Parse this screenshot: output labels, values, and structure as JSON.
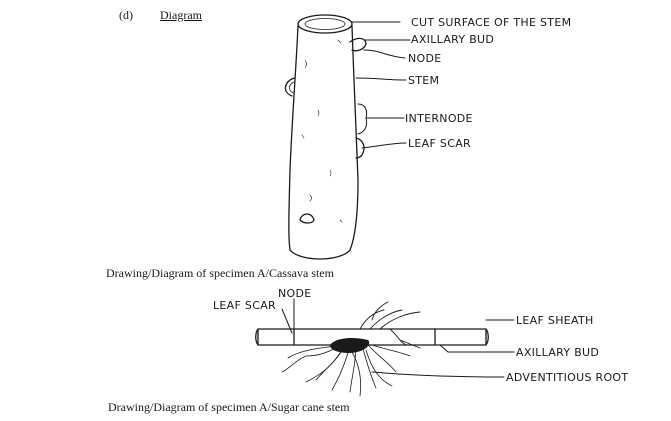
{
  "heading": {
    "label": "(d)",
    "title": "Diagram"
  },
  "figure1": {
    "caption": "Drawing/Diagram of specimen A/Cassava stem",
    "labels": [
      "CUT SURFACE OF THE STEM",
      "AXILLARY BUD",
      "NODE",
      "STEM",
      "INTERNODE",
      "LEAF SCAR"
    ]
  },
  "figure2": {
    "caption": "Drawing/Diagram of specimen A/Sugar cane stem",
    "labels": [
      "NODE",
      "LEAF SCAR",
      "LEAF SHEATH",
      "AXILLARY BUD",
      "ADVENTITIOUS ROOT"
    ]
  }
}
